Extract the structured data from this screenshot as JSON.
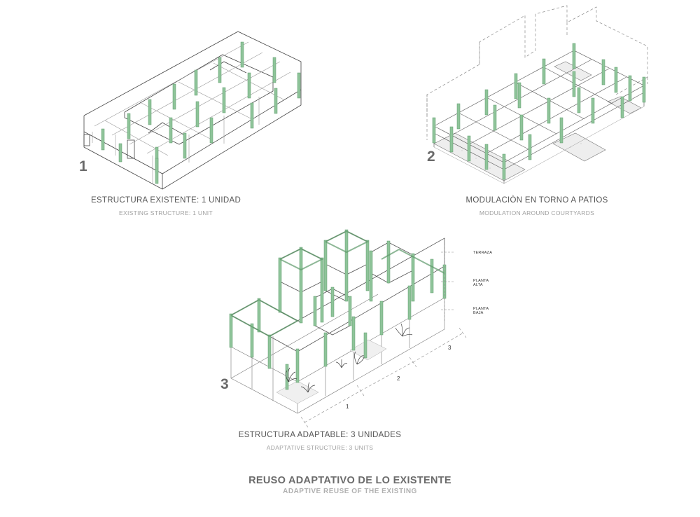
{
  "diagrams": [
    {
      "number": "1",
      "caption_es": "ESTRUCTURA EXISTENTE: 1 UNIDAD",
      "caption_en": "EXISTING STRUCTURE: 1 UNIT"
    },
    {
      "number": "2",
      "caption_es": "MODULACIÒN EN TORNO A PATIOS",
      "caption_en": "MODULATION AROUND COURTYARDS"
    },
    {
      "number": "3",
      "caption_es": "ESTRUCTURA ADAPTABLE: 3 UNIDADES",
      "caption_en": "ADAPTATIVE STRUCTURE: 3 UNITS"
    }
  ],
  "levels": [
    "TERRAZA",
    "PLANTA ALTA",
    "PLANTA BAJA"
  ],
  "units": [
    "1",
    "2",
    "3"
  ],
  "title": {
    "es": "REUSO ADAPTATIVO DE LO EXISTENTE",
    "en": "ADAPTIVE REUSE OF THE EXISTING"
  },
  "colors": {
    "structure_green": "#8fc49a",
    "line": "#6e6e6e",
    "dashed": "#8a8a8a"
  }
}
